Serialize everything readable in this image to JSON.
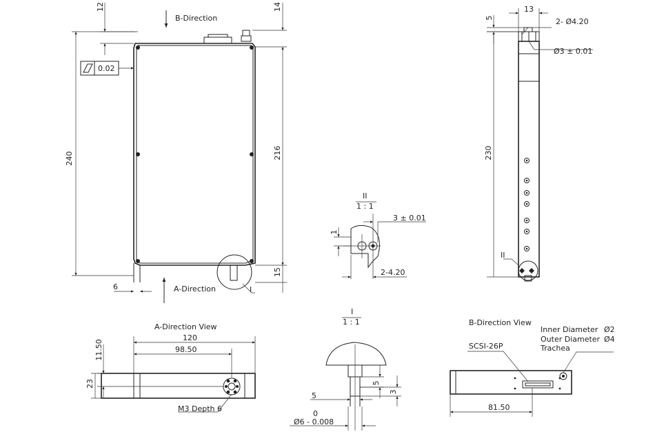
{
  "labels": {
    "b_direction": "B-Direction",
    "a_direction": "A-Direction",
    "a_direction_view": "A-Direction View",
    "b_direction_view": "B-Direction View",
    "detail_i": "I",
    "detail_ii": "II",
    "scale": "1 : 1",
    "flatness": "0.02",
    "m3_depth": "M3 Depth 6",
    "scsi": "SCSI-26P",
    "inner_diameter": "Inner Diameter",
    "inner_value": "Ø2",
    "outer_diameter": "Outer Diameter",
    "outer_value": "Ø4",
    "trachea": "Trachea"
  },
  "dims": {
    "d12": "12",
    "d14": "14",
    "d240": "240",
    "d216": "216",
    "d15": "15",
    "d6": "6",
    "d5": "5",
    "d13": "13",
    "d2x420": "2- Ø4.20",
    "d3tol": "Ø3 ± 0.01",
    "d230": "230",
    "det_3tol": "3 ± 0.01",
    "det_1": "1",
    "det_2x420": "2-4.20",
    "d120": "120",
    "d98_50": "98.50",
    "d11_50": "11.50",
    "d23": "23",
    "sec_5": "5",
    "sec_5b": "5",
    "sec_3": "3",
    "sec_0": "0",
    "sec_phi6": "Ø6 - 0.008",
    "d81_50": "81.50"
  }
}
